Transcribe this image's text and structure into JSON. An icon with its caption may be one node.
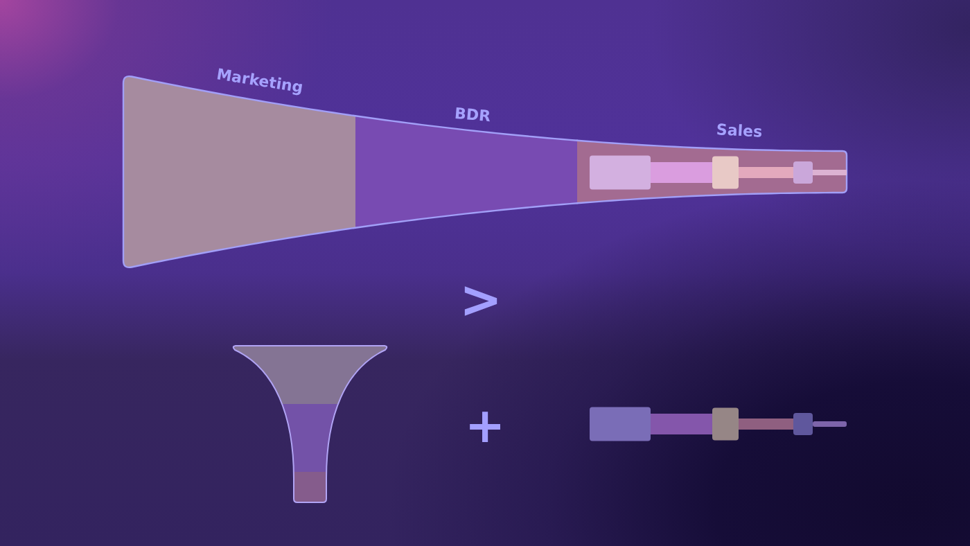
{
  "diagram": {
    "nodes": [
      {
        "text": [
          "Marketing"
        ]
      },
      {
        "text": [
          "BDR"
        ]
      },
      {
        "text": [
          "Sales"
        ]
      }
    ],
    "labels": [
      ">",
      "+"
    ]
  }
}
